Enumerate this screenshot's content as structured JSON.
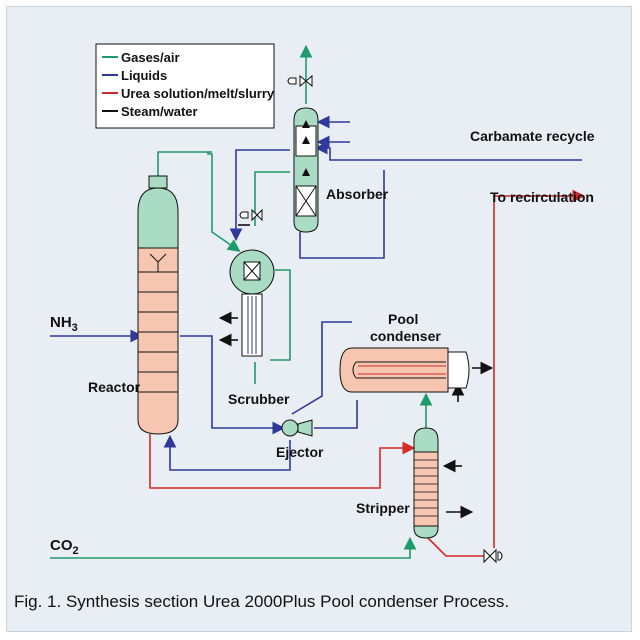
{
  "legend": {
    "gases": "Gases/air",
    "liquids": "Liquids",
    "urea": "Urea solution/melt/slurry",
    "steam": "Steam/water"
  },
  "labels": {
    "carbamate_recycle": "Carbamate recycle",
    "to_recirculation": "To recirculation",
    "absorber": "Absorber",
    "pool_condenser_1": "Pool",
    "pool_condenser_2": "condenser",
    "reactor": "Reactor",
    "scrubber": "Scrubber",
    "ejector": "Ejector",
    "stripper": "Stripper",
    "nh3_main": "NH",
    "nh3_sub": "3",
    "co2_main": "CO",
    "co2_sub": "2"
  },
  "caption": "Fig. 1. Synthesis section Urea 2000Plus Pool condenser Process.",
  "colors": {
    "gas": "#1f9a6a",
    "liquid": "#2e3a9a",
    "urea": "#d62828",
    "steam": "#111111",
    "vessel_green": "#a9dcc2",
    "vessel_pink": "#f7c6b0",
    "background": "#e8eef3"
  }
}
